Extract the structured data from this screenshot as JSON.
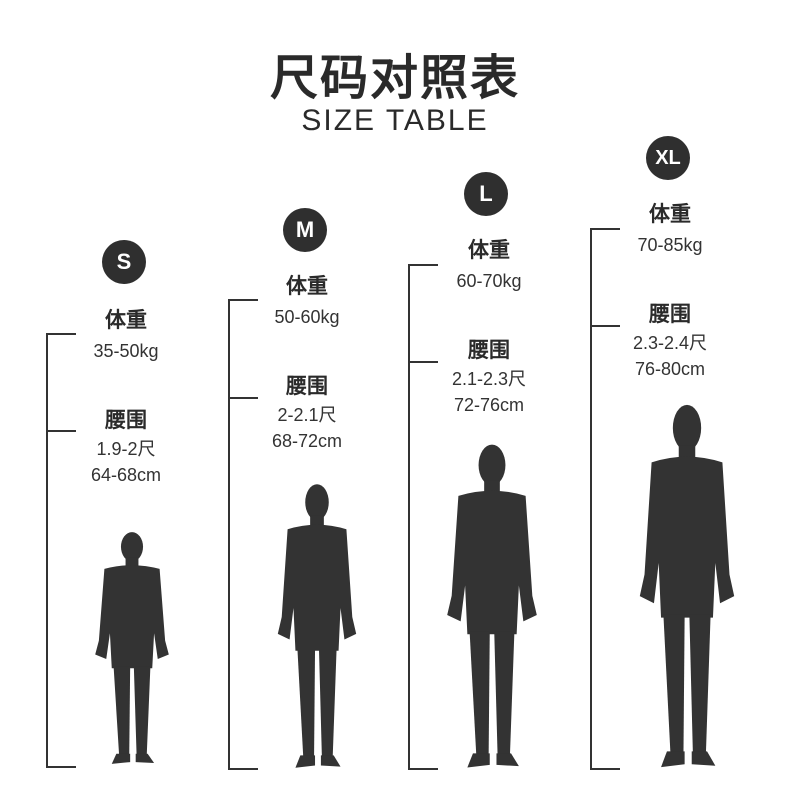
{
  "title": "尺码对照表",
  "subtitle": "SIZE TABLE",
  "sizes": [
    {
      "size": "S",
      "weight_label": "体重",
      "weight": "35-50kg",
      "waist_label": "腰围",
      "waist_chi": "1.9-2尺",
      "waist_cm": "64-68cm"
    },
    {
      "size": "M",
      "weight_label": "体重",
      "weight": "50-60kg",
      "waist_label": "腰围",
      "waist_chi": "2-2.1尺",
      "waist_cm": "68-72cm"
    },
    {
      "size": "L",
      "weight_label": "体重",
      "weight": "60-70kg",
      "waist_label": "腰围",
      "waist_chi": "2.1-2.3尺",
      "waist_cm": "72-76cm"
    },
    {
      "size": "XL",
      "weight_label": "体重",
      "weight": "70-85kg",
      "waist_label": "腰围",
      "waist_chi": "2.3-2.4尺",
      "waist_cm": "76-80cm"
    }
  ],
  "colors": {
    "text": "#2a2a2a",
    "silhouette": "#333333",
    "badge": "#2f2f2f"
  }
}
